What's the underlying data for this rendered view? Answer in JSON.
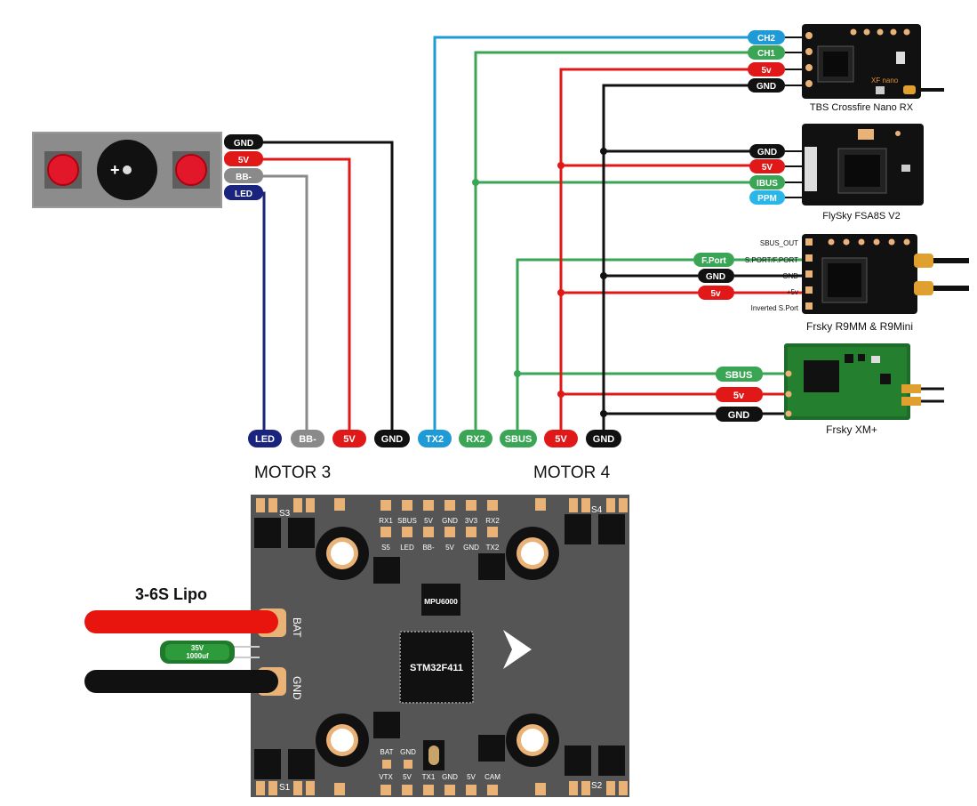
{
  "buzzer_module": {
    "pins": [
      "GND",
      "5V",
      "BB-",
      "LED"
    ],
    "center_symbol": "+"
  },
  "bottom_pads": [
    "LED",
    "BB-",
    "5V",
    "GND",
    "TX2",
    "RX2",
    "SBUS",
    "5V",
    "GND"
  ],
  "motor_labels": {
    "left": "MOTOR 3",
    "right": "MOTOR 4"
  },
  "battery": {
    "label": "3-6S Lipo",
    "cap_voltage": "35V",
    "cap_value": "1000uf",
    "bat_pad": "BAT",
    "gnd_pad": "GND"
  },
  "receivers": {
    "crossfire": {
      "name": "TBS Crossfire Nano RX",
      "pins": [
        "CH2",
        "CH1",
        "5v",
        "GND"
      ],
      "chip_text": "XF nano"
    },
    "flysky": {
      "name": "FlySky FSA8S V2",
      "pins": [
        "GND",
        "5V",
        "IBUS",
        "PPM"
      ]
    },
    "r9mm": {
      "name": "Frsky R9MM & R9Mini",
      "pins": [
        "F.Port",
        "GND",
        "5v"
      ],
      "side_labels": [
        "SBUS_OUT",
        "S.PORT/F.PORT",
        "GND",
        "+5v",
        "Inverted S.Port"
      ]
    },
    "xm": {
      "name": "Frsky XM+",
      "pins": [
        "SBUS",
        "5v",
        "GND"
      ]
    }
  },
  "board": {
    "top_row_1": [
      "RX1",
      "SBUS",
      "5V",
      "GND",
      "3V3",
      "RX2"
    ],
    "top_row_2": [
      "S5",
      "LED",
      "BB-",
      "5V",
      "GND",
      "TX2"
    ],
    "bottom_row_1": [
      "BAT",
      "GND"
    ],
    "bottom_row_2": [
      "VTX",
      "5V",
      "TX1",
      "GND",
      "5V",
      "CAM"
    ],
    "corner_labels": [
      "S3",
      "S4",
      "S1",
      "S2"
    ],
    "chips": [
      "MPU6000",
      "STM32F411"
    ]
  },
  "colors": {
    "gnd": "#111111",
    "v5": "#e01818",
    "bb": "#8a8a8a",
    "led": "#1a237e",
    "tx2": "#1e9ad6",
    "green": "#3aa655",
    "pcb": "#555555",
    "copper": "#e9b277"
  }
}
